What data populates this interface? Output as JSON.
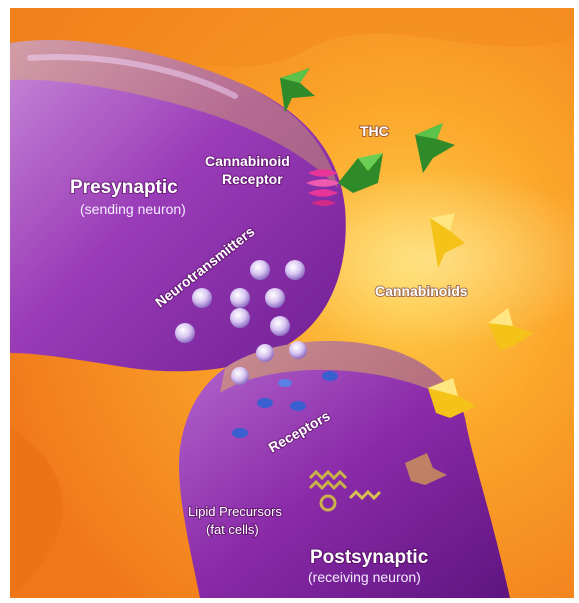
{
  "labels": {
    "presynaptic": "Presynaptic",
    "presynaptic_sub": "(sending neuron)",
    "cannabinoid_receptor_line1": "Cannabinoid",
    "cannabinoid_receptor_line2": "Receptor",
    "thc": "THC",
    "neurotransmitters": "Neurotransmitters",
    "cannabinoids": "Cannabinoids",
    "receptors": "Receptors",
    "lipid_precursors_line1": "Lipid Precursors",
    "lipid_precursors_line2": "(fat cells)",
    "postsynaptic": "Postsynaptic",
    "postsynaptic_sub": "(receiving neuron)"
  },
  "colors": {
    "background_orange": "#f7961e",
    "neuron_purple": "#8a2aa8",
    "neuron_highlight": "#c07ad6",
    "thc_green": "#2f8a2a",
    "cannabinoid_yellow": "#f5c21a",
    "receptor_pink": "#e8359a",
    "vesicle": "#d6c4f0",
    "receptor_blue": "#3a5fd0",
    "lipid": "#c9b24a"
  },
  "icons": {
    "thc": "thc-molecule-icon",
    "cannabinoid": "cannabinoid-molecule-icon",
    "neurotransmitter": "neurotransmitter-vesicle-icon",
    "receptor": "receptor-icon",
    "lipid": "lipid-precursor-icon"
  }
}
